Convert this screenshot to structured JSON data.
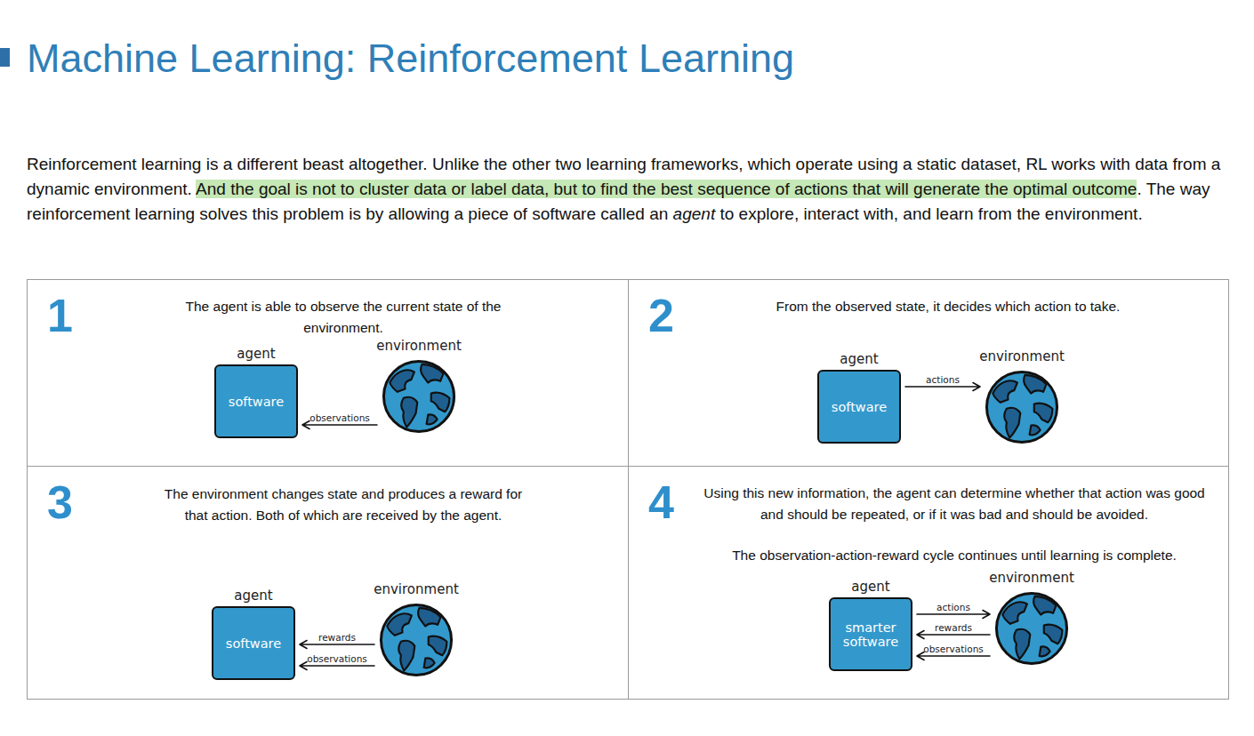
{
  "diagram": {
    "title": "Machine Learning: Reinforcement Learning",
    "nodes": [
      {
        "text": [
          "1",
          "The agent is able to observe the current state of the environment."
        ]
      },
      {
        "text": [
          "agent",
          "software"
        ],
        "in": 0
      },
      {
        "text": [
          "environment"
        ],
        "in": 0
      },
      {
        "text": [
          "2",
          "From the observed state, it decides which action to take."
        ]
      },
      {
        "text": [
          "agent",
          "software"
        ],
        "in": 3
      },
      {
        "text": [
          "environment"
        ],
        "in": 3
      },
      {
        "text": [
          "3",
          "The environment changes state and produces a reward for that action. Both of which are received by the agent."
        ]
      },
      {
        "text": [
          "agent",
          "software"
        ],
        "in": 6
      },
      {
        "text": [
          "environment"
        ],
        "in": 6
      },
      {
        "text": [
          "4",
          "Using this new information, the agent can determine whether that action was good and should be repeated, or if it was bad and should be avoided.",
          "The observation-action-reward cycle continues until learning is complete."
        ]
      },
      {
        "text": [
          "agent",
          "smarter software"
        ],
        "in": 9
      },
      {
        "text": [
          "environment"
        ],
        "in": 9
      }
    ],
    "edges": [
      {
        "from": 2,
        "to": 1,
        "label": "observations",
        "arrow": "to"
      },
      {
        "from": 4,
        "to": 5,
        "label": "actions",
        "arrow": "to"
      },
      {
        "from": 8,
        "to": 7,
        "label": "rewards",
        "arrow": "to"
      },
      {
        "from": 8,
        "to": 7,
        "label": "observations",
        "arrow": "to"
      },
      {
        "from": 10,
        "to": 11,
        "label": "actions",
        "arrow": "to"
      },
      {
        "from": 11,
        "to": 10,
        "label": "rewards",
        "arrow": "to"
      },
      {
        "from": 11,
        "to": 10,
        "label": "observations",
        "arrow": "to"
      }
    ],
    "labels": [
      "Reinforcement learning is a different beast altogether. Unlike the other two learning frameworks, which operate using a static dataset, RL works with data from a dynamic environment.",
      "And the goal is not to cluster data or label data, but to find the best sequence of actions that will generate the optimal outcome",
      ". The way reinforcement learning solves this problem is by allowing a piece of software called an",
      "agent",
      "to explore, interact with, and learn from the environment."
    ]
  }
}
